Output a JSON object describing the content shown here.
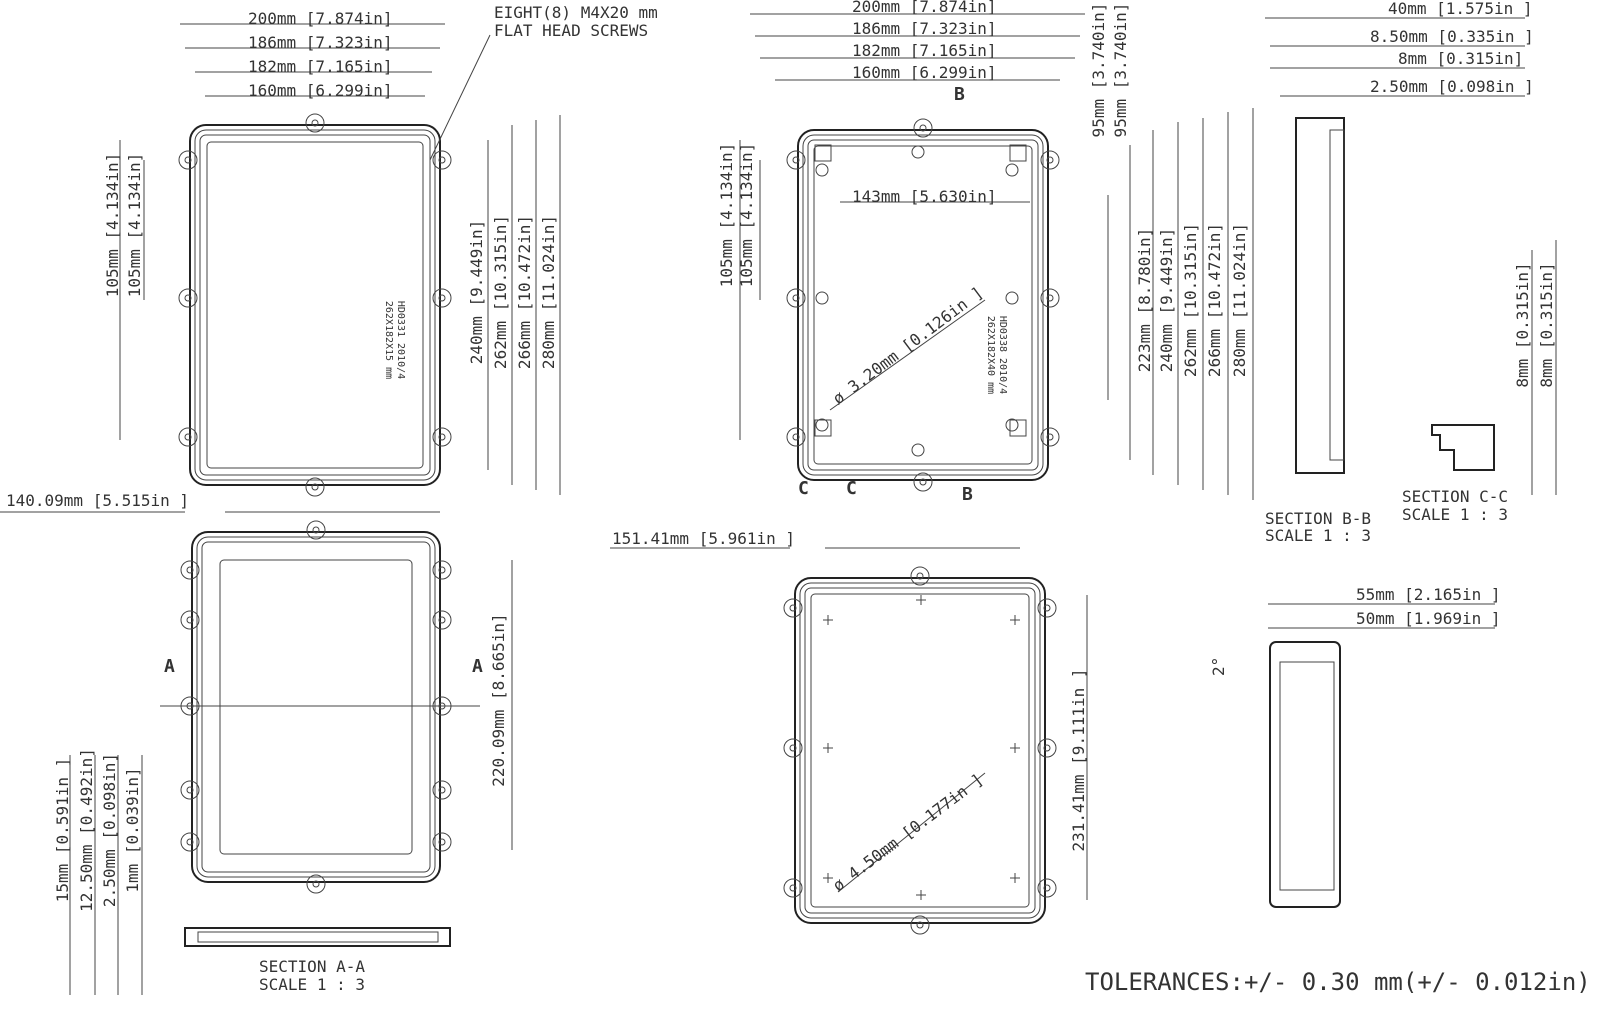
{
  "top_left_view": {
    "widths": [
      "200mm  [7.874in]",
      "186mm  [7.323in]",
      "182mm  [7.165in]",
      "160mm  [6.299in]"
    ],
    "screw_note": [
      "EIGHT(8) M4X20 mm",
      "FLAT HEAD SCREWS"
    ],
    "heights": [
      "240mm  [9.449in]",
      "262mm  [10.315in]",
      "266mm  [10.472in]",
      "280mm  [11.024in]"
    ],
    "left_dims": [
      "105mm  [4.134in]",
      "105mm  [4.134in]"
    ],
    "part_label": [
      "HD0331 2010/4",
      "262X182X15 mm"
    ]
  },
  "top_middle_view": {
    "widths": [
      "200mm  [7.874in]",
      "186mm  [7.323in]",
      "182mm  [7.165in]",
      "160mm  [6.299in]"
    ],
    "right_top": [
      "95mm  [3.740in]",
      "95mm  [3.740in]"
    ],
    "heights": [
      "223mm  [8.780in]",
      "240mm  [9.449in]",
      "262mm  [10.315in]",
      "266mm  [10.472in]",
      "280mm  [11.024in]"
    ],
    "left_dims": [
      "105mm  [4.134in]",
      "105mm  [4.134in]"
    ],
    "inner_width": "143mm  [5.630in]",
    "hole_dia": "ø 3.20mm  [0.126in ]",
    "part_label": [
      "HD0338 2010/4",
      "262X182X40 mm"
    ],
    "section_marks": [
      "B",
      "B",
      "C",
      "C"
    ]
  },
  "section_bb": {
    "dims": [
      "40mm  [1.575in ]",
      "8.50mm  [0.335in ]",
      "8mm  [0.315in]",
      "2.50mm  [0.098in ]"
    ],
    "title": "SECTION B-B",
    "scale": "SCALE 1 : 3"
  },
  "section_cc": {
    "dims": [
      "8mm  [0.315in]",
      "8mm  [0.315in]"
    ],
    "title": "SECTION C-C",
    "scale": "SCALE 1 : 3"
  },
  "bottom_left_view": {
    "width": "140.09mm   [5.515in ]",
    "height": "220.09mm  [8.665in]",
    "section_marks": [
      "A",
      "A"
    ]
  },
  "section_aa": {
    "dims": [
      "15mm  [0.591in ]",
      "12.50mm  [0.492in]",
      "2.50mm  [0.098in]",
      "1mm  [0.039in]"
    ],
    "title": "SECTION A-A",
    "scale": "SCALE 1 : 3"
  },
  "bottom_middle_view": {
    "width": "151.41mm   [5.961in ]",
    "height": "231.41mm  [9.111in ]",
    "hole_dia": "ø 4.50mm  [0.177in ]"
  },
  "side_view": {
    "dims": [
      "55mm  [2.165in ]",
      "50mm  [1.969in ]"
    ],
    "draft_angle": "2°"
  },
  "tolerances": "TOLERANCES:+/- 0.30 mm(+/- 0.012in)"
}
